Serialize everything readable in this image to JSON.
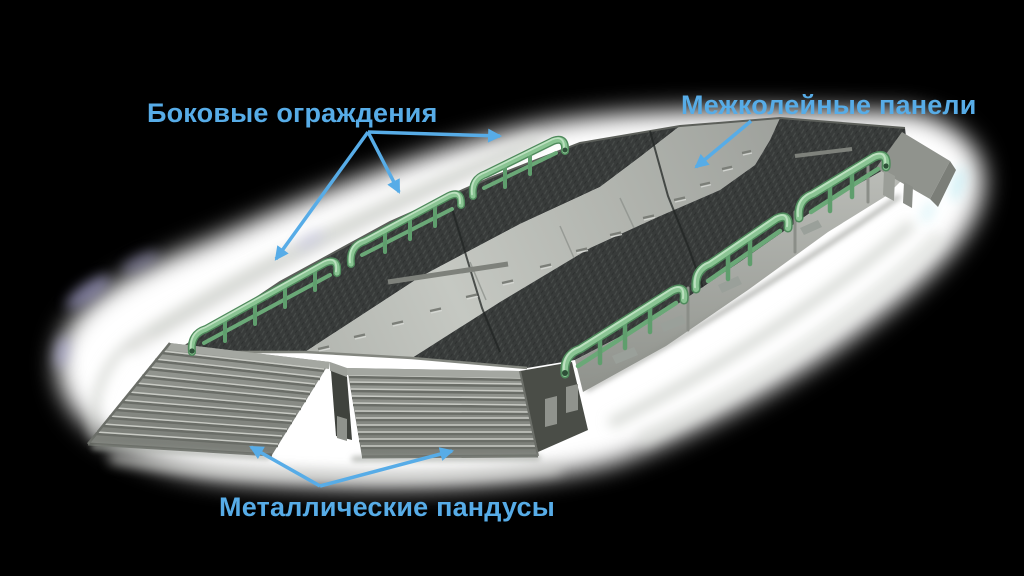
{
  "diagram": {
    "labels": {
      "side_railings": "Боковые ограждения",
      "inter_track_panels": "Межколейные панели",
      "metal_ramps": "Металлические пандусы"
    },
    "colors": {
      "annotation_blue": "#57ace7",
      "railing_green": "#8ac493",
      "deck_dark": "#383b3a",
      "inter_track_panel_gray": "#bcbfb9",
      "ramp_gray": "#8a8d87",
      "shadow_white": "#ffffff",
      "background": "#000000"
    }
  }
}
